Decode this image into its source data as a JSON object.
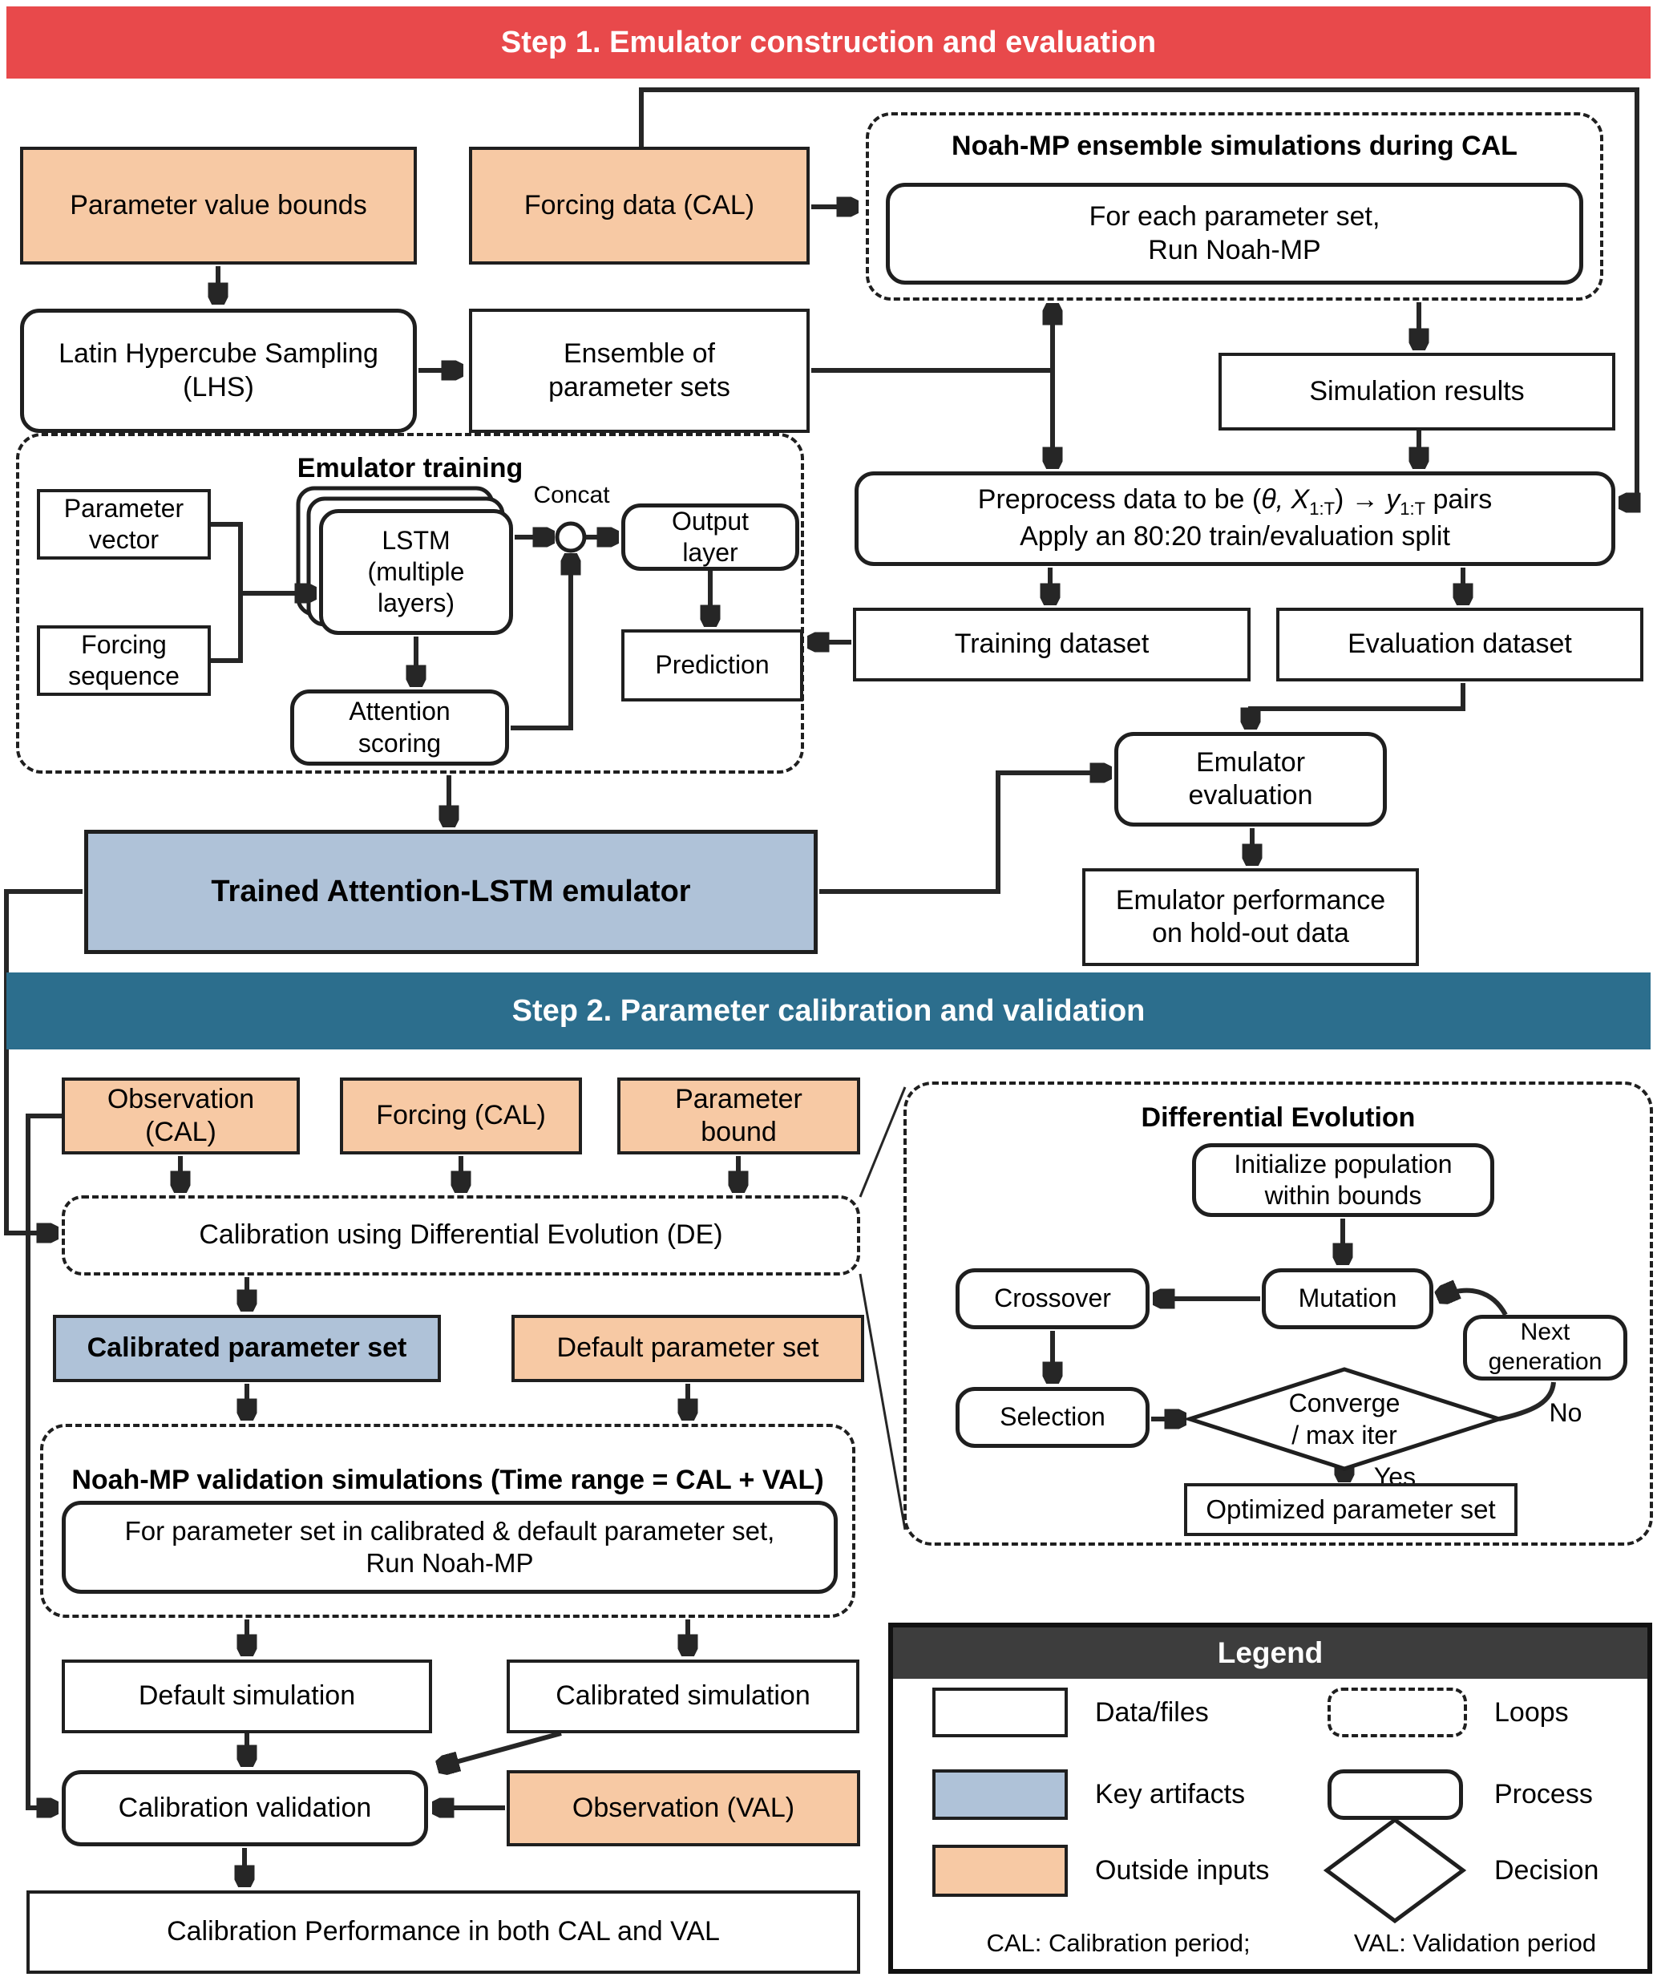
{
  "colors": {
    "red": "#E8494B",
    "teal": "#2C6E8D",
    "orange": "#F7C9A4",
    "blue": "#AFC2D8",
    "legend_header": "#3D3D3D"
  },
  "step1": {
    "banner": "Step 1. Emulator construction and evaluation",
    "parameter_value_bounds": "Parameter value bounds",
    "forcing_data": "Forcing data (CAL)",
    "ensemble_loop": {
      "title": "Noah-MP ensemble simulations during CAL",
      "line1": "For each parameter set,",
      "line2": "Run Noah-MP"
    },
    "lhs": {
      "line1": "Latin Hypercube Sampling",
      "line2": "(LHS)"
    },
    "ensemble_sets": {
      "line1": "Ensemble of",
      "line2": "parameter sets"
    },
    "simulation_results": "Simulation results",
    "preprocess": {
      "pre": "Preprocess data to be (",
      "math1": "θ, X",
      "sub1": "1:T",
      "mid": ") → ",
      "math2": "y",
      "sub2": "1:T",
      "post": " pairs",
      "line2": "Apply an 80:20 train/evaluation split"
    },
    "training_dataset": "Training dataset",
    "evaluation_dataset": "Evaluation dataset",
    "emulator_training": {
      "title": "Emulator training",
      "parameter_vector": {
        "line1": "Parameter",
        "line2": "vector"
      },
      "forcing_sequence": {
        "line1": "Forcing",
        "line2": "sequence"
      },
      "lstm": {
        "line1": "LSTM",
        "line2": "(multiple",
        "line3": "layers)"
      },
      "concat": "Concat",
      "output_layer": {
        "line1": "Output",
        "line2": "layer"
      },
      "prediction": "Prediction",
      "attention": {
        "line1": "Attention",
        "line2": "scoring"
      }
    },
    "trained_emulator": "Trained Attention-LSTM emulator",
    "emulator_evaluation": {
      "line1": "Emulator",
      "line2": "evaluation"
    },
    "emulator_performance": {
      "line1": "Emulator performance",
      "line2": "on hold-out data"
    }
  },
  "step2": {
    "banner": "Step 2. Parameter calibration and validation",
    "observation_cal": {
      "line1": "Observation",
      "line2": "(CAL)"
    },
    "forcing_cal": "Forcing (CAL)",
    "parameter_bound": {
      "line1": "Parameter",
      "line2": "bound"
    },
    "calibration_de": "Calibration using Differential Evolution (DE)",
    "calibrated_set": "Calibrated parameter set",
    "default_set": "Default parameter set",
    "validation_loop": {
      "title": "Noah-MP validation simulations (Time range = CAL + VAL)",
      "line1": "For parameter set in calibrated & default parameter set,",
      "line2": "Run Noah-MP"
    },
    "default_simulation": "Default simulation",
    "calibrated_simulation": "Calibrated simulation",
    "calibration_validation": "Calibration validation",
    "observation_val": "Observation (VAL)",
    "performance": "Calibration Performance in both CAL and VAL",
    "de_panel": {
      "title": "Differential Evolution",
      "initialize": {
        "line1": "Initialize population",
        "line2": "within bounds"
      },
      "mutation": "Mutation",
      "crossover": "Crossover",
      "next_generation": {
        "line1": "Next",
        "line2": "generation"
      },
      "selection": "Selection",
      "decision": {
        "line1": "Converge",
        "line2": "/ max iter"
      },
      "optimized": "Optimized parameter set",
      "yes": "Yes",
      "no": "No"
    }
  },
  "legend": {
    "title": "Legend",
    "data_files": "Data/files",
    "key_artifacts": "Key artifacts",
    "outside_inputs": "Outside inputs",
    "loops": "Loops",
    "process": "Process",
    "decision": "Decision",
    "footer_cal": "CAL: Calibration period;",
    "footer_val": "VAL: Validation period"
  }
}
